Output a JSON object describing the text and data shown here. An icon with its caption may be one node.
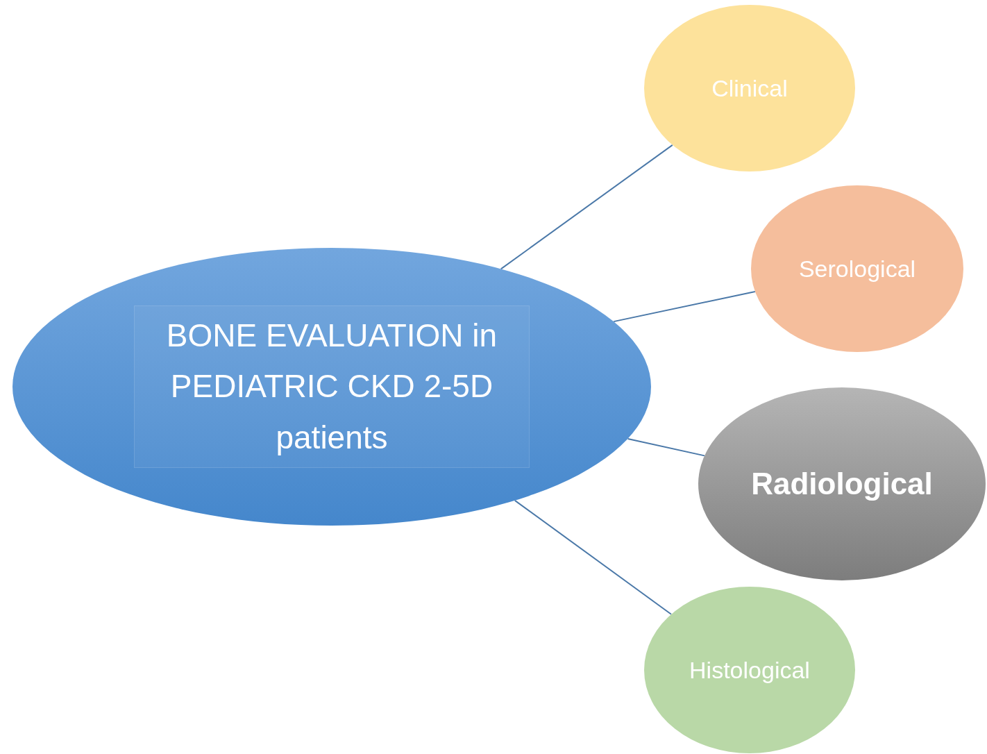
{
  "diagram": {
    "nodes": [
      {
        "text": [
          "BONE EVALUATION in PEDIATRIC CKD 2-5D patients"
        ]
      },
      {
        "text": [
          "Clinical"
        ]
      },
      {
        "text": [
          "Serological"
        ]
      },
      {
        "text": [
          "Radiological"
        ]
      },
      {
        "text": [
          "Histological"
        ]
      }
    ],
    "edges": [
      {
        "from": 0,
        "to": 1,
        "arrow": "none"
      },
      {
        "from": 0,
        "to": 2,
        "arrow": "none"
      },
      {
        "from": 0,
        "to": 3,
        "arrow": "none"
      },
      {
        "from": 0,
        "to": 4,
        "arrow": "none"
      }
    ]
  }
}
